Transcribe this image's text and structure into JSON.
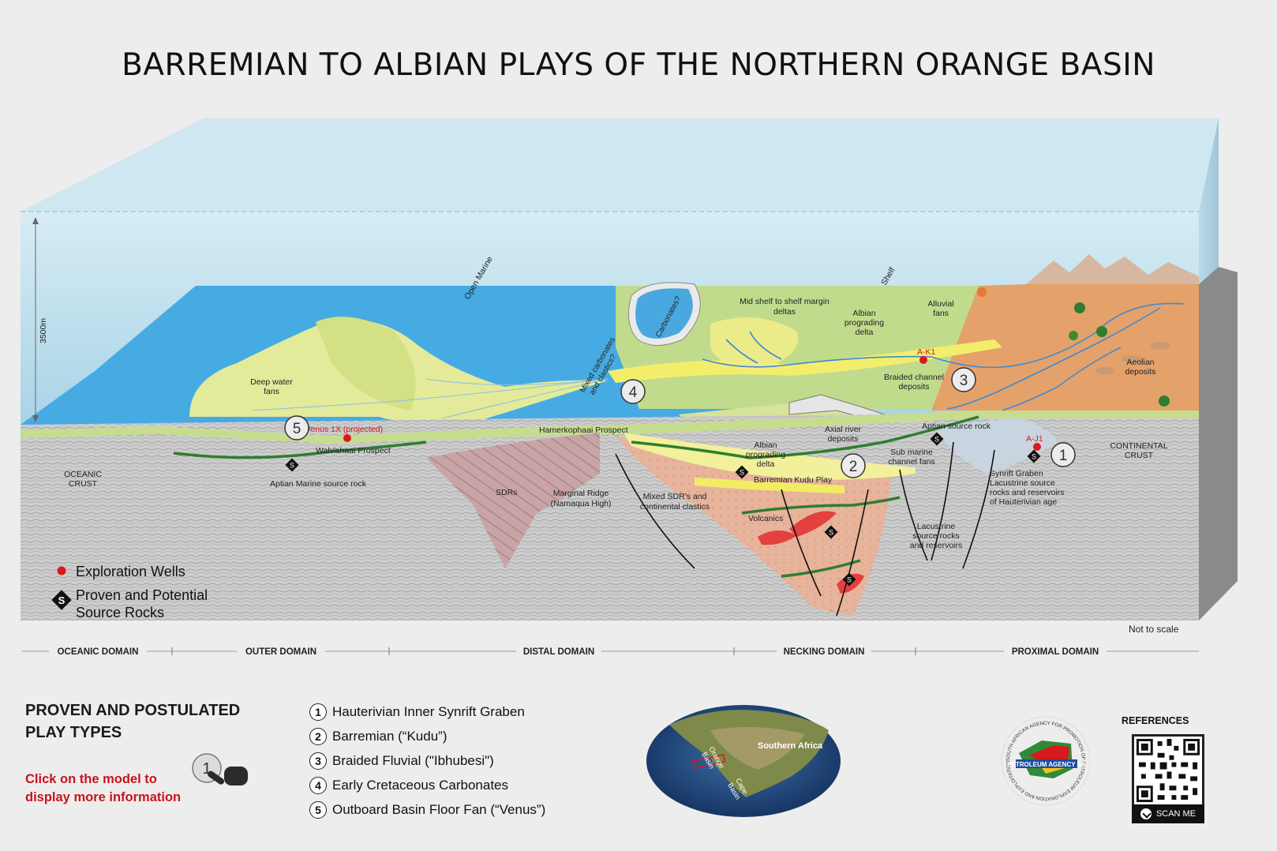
{
  "title": "BARREMIAN TO ALBIAN PLAYS  OF THE  NORTHERN ORANGE BASIN",
  "diagram": {
    "depth_label": "3500m",
    "zones": {
      "open_marine": "Open Marine",
      "shelf": "Shelf",
      "carbonates": "Carbonates?",
      "mid_shelf": [
        "Mid shelf to shelf margin",
        "deltas"
      ],
      "albian_delta_top": [
        "Albian",
        "prograding",
        "delta"
      ],
      "alluvial": [
        "Alluvial",
        "fans"
      ],
      "aeolian": [
        "Aeolian",
        "deposits"
      ],
      "deep_water": [
        "Deep water",
        "fans"
      ],
      "mixed_carb": [
        "Mixed carbonates",
        "and clastics?"
      ],
      "braided": [
        "Braided channel",
        "deposits"
      ],
      "albian_delta_low": [
        "Albian",
        "prograding",
        "delta"
      ],
      "axial": [
        "Axial river",
        "deposits"
      ],
      "hamerkop": "Hamerkophaai Prospect",
      "walvishaai": "Walvishaai Prospect",
      "venus": "Venus 1X (projected)",
      "ak1": "A-K1",
      "aj1": "A-J1",
      "aptian_source": "Aptian source rock",
      "aptian_marine": "Aptian Marine source rock",
      "sub_marine": [
        "Sub marine",
        "channel fans"
      ],
      "kudu": "Barremian Kudu Play",
      "oceanic_crust": [
        "OCEANIC",
        "CRUST"
      ],
      "continental_crust": [
        "CONTINENTAL",
        "CRUST"
      ],
      "sdrs": "SDRs",
      "marginal_ridge": [
        "Marginal Ridge",
        "(Namaqua High)"
      ],
      "mixed_sdr": [
        "Mixed SDR's and",
        "continental clastics"
      ],
      "volcanics": "Volcanics",
      "lacustrine": [
        "Lacustrine",
        "source rocks",
        "and reservoirs"
      ],
      "synrift": [
        "Synrift Graben",
        "Lacustrine source",
        "rocks and reservoirs",
        "of Hauterivian age"
      ],
      "not_to_scale": "Not to scale"
    },
    "play_markers": [
      "1",
      "2",
      "3",
      "4",
      "5"
    ],
    "source_marker": "S",
    "legend": {
      "wells": "Exploration Wells",
      "source": [
        "Proven and Potential",
        "Source Rocks"
      ]
    },
    "domains": [
      "OCEANIC DOMAIN",
      "OUTER DOMAIN",
      "DISTAL DOMAIN",
      "NECKING DOMAIN",
      "PROXIMAL DOMAIN"
    ]
  },
  "plays_heading": [
    "PROVEN AND POSTULATED",
    "PLAY TYPES"
  ],
  "click_note": [
    "Click on the model to",
    "display more information"
  ],
  "click_marker": "1",
  "plays": [
    {
      "num": "1",
      "label": "Hauterivian Inner Synrift Graben"
    },
    {
      "num": "2",
      "label": "Barremian (“Kudu”)"
    },
    {
      "num": "3",
      "label": "Braided Fluvial (\"Ibhubesi\")"
    },
    {
      "num": "4",
      "label": "Early Cretaceous Carbonates"
    },
    {
      "num": "5",
      "label": "Outboard Basin Floor Fan (“Venus”)"
    }
  ],
  "map": {
    "southern_africa": "Southern Africa",
    "orange_basin": [
      "Orange",
      "Basin"
    ],
    "cape_basin": [
      "Cape",
      "Basin"
    ]
  },
  "agency": {
    "name": "PETROLEUM AGENCY SA",
    "ring_text": "SOUTH AFRICAN AGENCY FOR PROMOTION OF PETROLEUM EXPLORATION AND EXPLOITATION"
  },
  "references": "REFERENCES",
  "scan_me": "SCAN ME",
  "colors": {
    "water": "#b3d9e8",
    "sky": "#c6e2ee",
    "seismic": "#cfcfcf",
    "deep_blue": "#4aa8e0",
    "yellow": "#f0ec8a",
    "shelf_green": "#bcd98a",
    "land_orange": "#e5a06a",
    "accent_red": "#d8191f"
  }
}
